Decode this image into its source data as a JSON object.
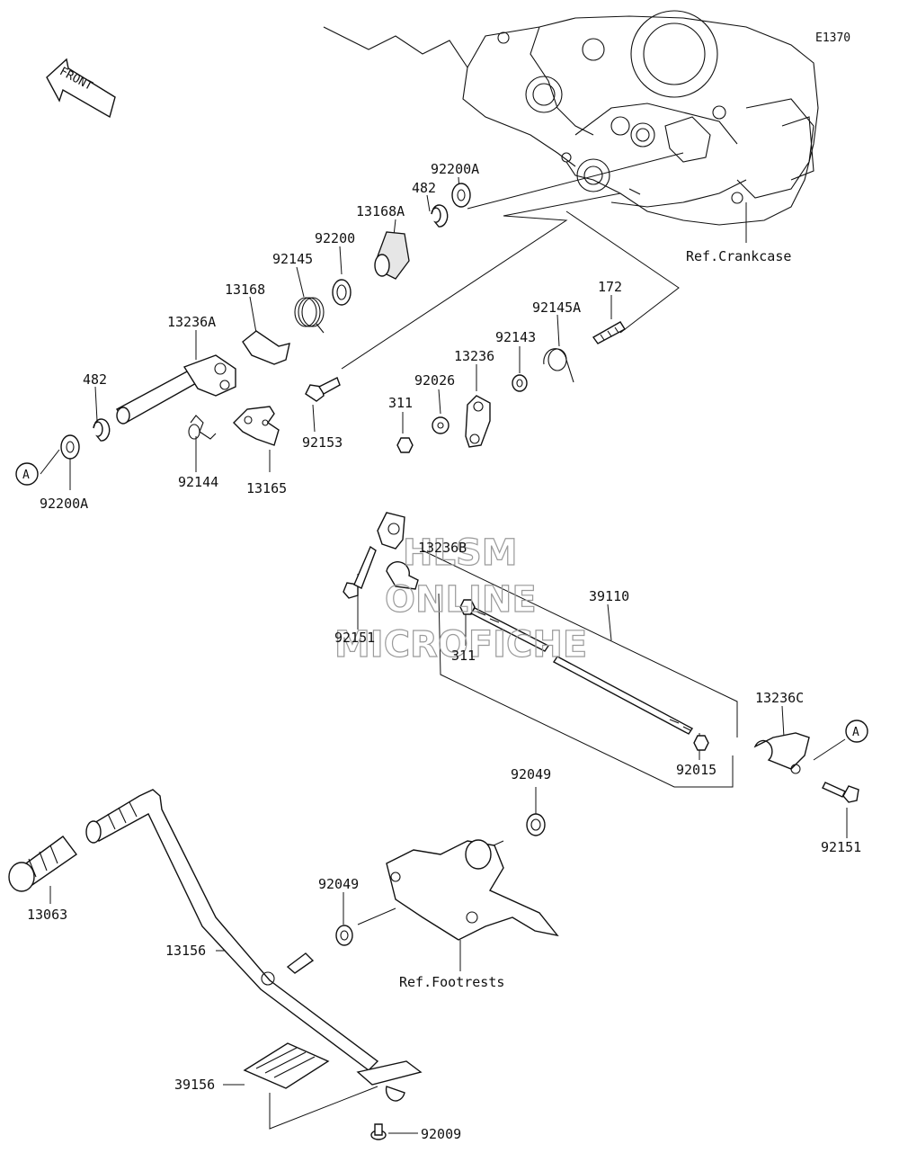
{
  "diagram": {
    "code": "E1370",
    "front_arrow": "FRONT",
    "circle_marker": "A",
    "watermark": [
      "HLSM",
      "ONLINE",
      "MICROFICHE"
    ],
    "refs": {
      "crankcase": "Ref.Crankcase",
      "footrests": "Ref.Footrests"
    },
    "parts": {
      "p92200A_top": "92200A",
      "p482_top": "482",
      "p13168A": "13168A",
      "p92200": "92200",
      "p92145": "92145",
      "p13168": "13168",
      "p13236A": "13236A",
      "p482_left": "482",
      "p92200A_left": "92200A",
      "p92144": "92144",
      "p13165": "13165",
      "p92153": "92153",
      "p172": "172",
      "p92145A": "92145A",
      "p92143": "92143",
      "p13236": "13236",
      "p92026": "92026",
      "p311_top": "311",
      "p13236B": "13236B",
      "p92151_left": "92151",
      "p311_mid": "311",
      "p39110": "39110",
      "p13236C": "13236C",
      "p92015": "92015",
      "p92151_right": "92151",
      "p92049_top": "92049",
      "p92049_mid": "92049",
      "p13063": "13063",
      "p13156": "13156",
      "p39156": "39156",
      "p92009": "92009"
    }
  }
}
